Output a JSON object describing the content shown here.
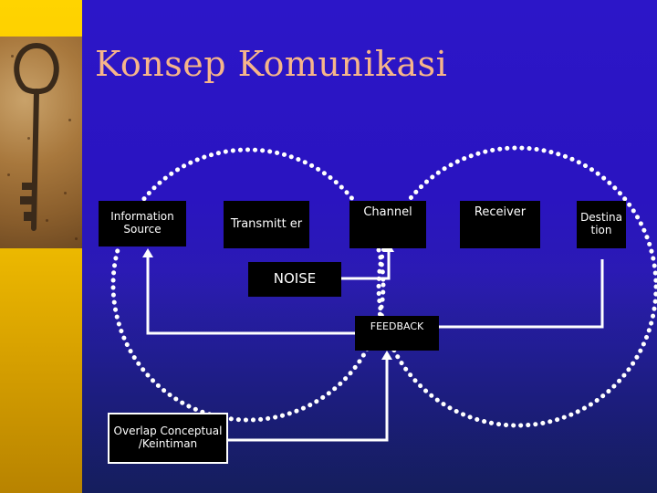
{
  "title": "Konsep Komunikasi",
  "nodes": {
    "information_source": "Information Source",
    "transmitter": "Transmitt er",
    "channel": "Channel",
    "receiver": "Receiver",
    "destination": "Destina tion",
    "noise": "NOISE",
    "feedback": "FEEDBACK",
    "overlap": "Overlap Conceptual /Keintiman"
  },
  "colors": {
    "background": "#2a14c0",
    "left_strip": "#f6c400",
    "title": "#f6b58a",
    "box_fill": "#000000",
    "lines": "#ffffff"
  }
}
